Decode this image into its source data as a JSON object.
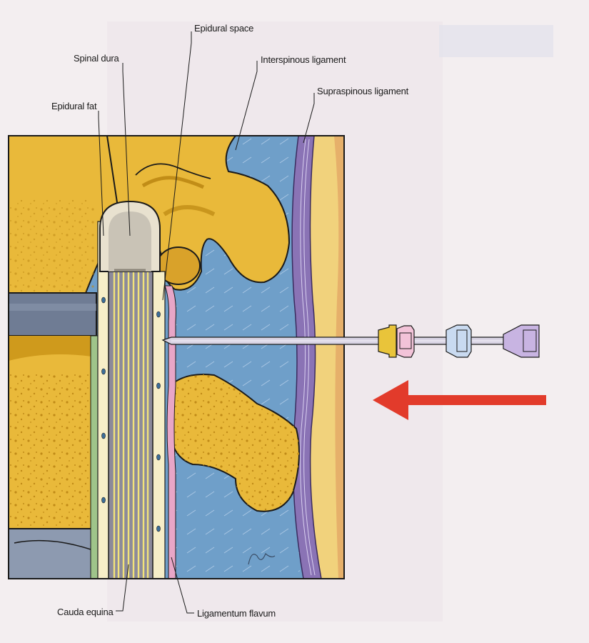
{
  "labels": {
    "epidural_space": "Epidural space",
    "spinal_dura": "Spinal dura",
    "interspinous_ligament": "Interspinous ligament",
    "supraspinous_ligament": "Supraspinous ligament",
    "epidural_fat": "Epidural fat",
    "cauda_equina": "Cauda equina",
    "ligamentum_flavum": "Ligamentum flavum"
  },
  "colors": {
    "bone": "#e9b93a",
    "bone_dark": "#cf9a1c",
    "disc": "#6f7c94",
    "ligament_blue": "#6f9fc9",
    "supraspinous": "#8a73b5",
    "skin": "#f1d27c",
    "dura": "#c9c3b6",
    "arrow": "#e23b2b",
    "needle": "#c8c3d6"
  },
  "icons": {
    "direction_arrow": "arrow-left-icon",
    "needle": "epidural-needle-icon"
  }
}
